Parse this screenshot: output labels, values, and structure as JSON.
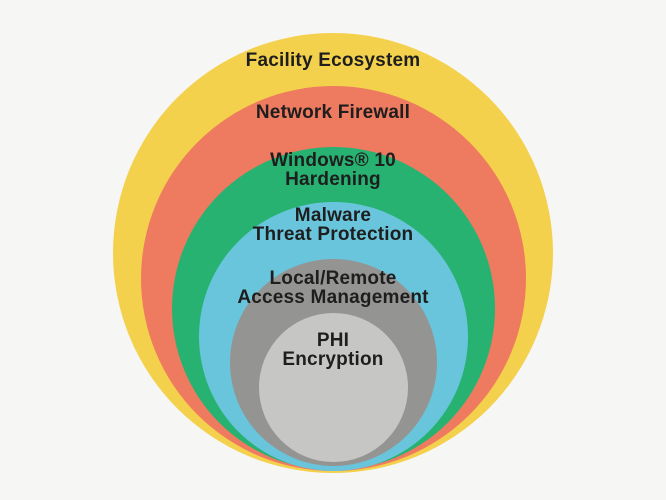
{
  "diagram": {
    "kind": "concentric-layered-security-model",
    "background_color": "#f6f6f5",
    "text_color": "#1e1e1e",
    "layers": [
      {
        "id": "facility-ecosystem",
        "color": "#f4d14c",
        "label_line1": "Facility Ecosystem"
      },
      {
        "id": "network-firewall",
        "color": "#ee7a60",
        "label_line1": "Network Firewall"
      },
      {
        "id": "windows-10-hardening",
        "color": "#27b271",
        "label_line1": "Windows® 10",
        "label_line2": "Hardening"
      },
      {
        "id": "malware-threat-protection",
        "color": "#69c5dc",
        "label_line1": "Malware",
        "label_line2": "Threat Protection"
      },
      {
        "id": "local-remote-access-management",
        "color": "#949493",
        "label_line1": "Local/Remote",
        "label_line2": "Access Management"
      },
      {
        "id": "phi-encryption",
        "color": "#c6c6c5",
        "label_line1": "PHI",
        "label_line2": "Encryption"
      }
    ]
  }
}
